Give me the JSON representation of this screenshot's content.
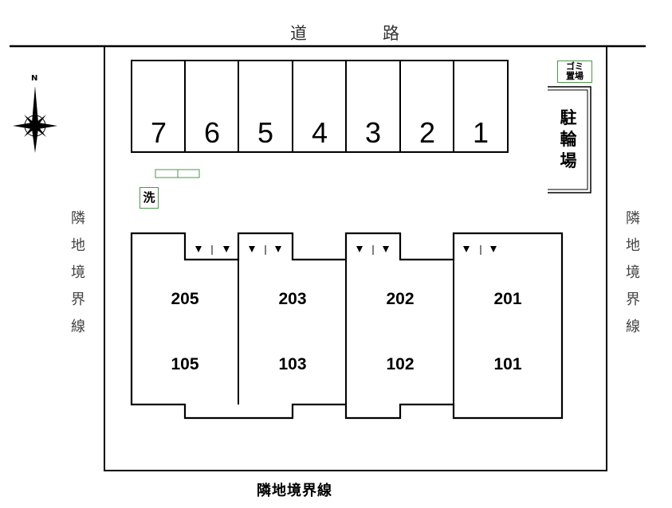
{
  "road": {
    "char1": "道",
    "char2": "路"
  },
  "left_boundary": [
    "隣",
    "地",
    "境",
    "界",
    "線"
  ],
  "right_boundary": [
    "隣",
    "地",
    "境",
    "界",
    "線"
  ],
  "bottom_boundary": "隣地境界線",
  "compass": {
    "label": "N"
  },
  "parking_slots": [
    "7",
    "6",
    "5",
    "4",
    "3",
    "2",
    "1"
  ],
  "trash_area": {
    "line1": "ゴミ",
    "line2": "置場"
  },
  "bicycle_parking": [
    "駐",
    "輪",
    "場"
  ],
  "washing_machine": "洗",
  "units": [
    {
      "upper": "205",
      "lower": "105"
    },
    {
      "upper": "203",
      "lower": "103"
    },
    {
      "upper": "202",
      "lower": "102"
    },
    {
      "upper": "201",
      "lower": "101"
    }
  ],
  "colors": {
    "line": "#000000",
    "accent_green": "#4a9a4a",
    "label_gray": "#444444"
  }
}
